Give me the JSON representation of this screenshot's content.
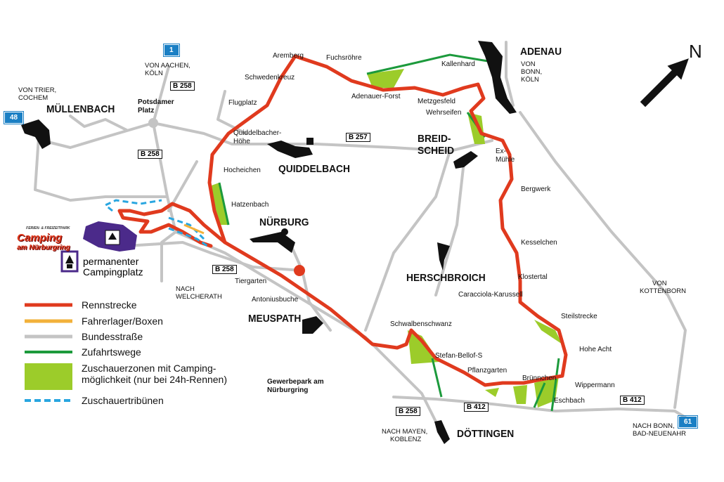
{
  "map": {
    "north_label": "N",
    "towns": [
      "ADENAU",
      "MÜLLENBACH",
      "QUIDDELBACH",
      "BREID-",
      "SCHEID",
      "NÜRBURG",
      "HERSCHBROICH",
      "MEUSPATH",
      "DÖTTINGEN"
    ],
    "places": [
      "Aremberg",
      "Fuchsröhre",
      "Schwedenkreuz",
      "Kallenhard",
      "Adenauer-Forst",
      "Metzgesfeld",
      "Flugplatz",
      "Wehrseifen",
      "Quiddelbacher-",
      "Höhe",
      "Ex-",
      "Mühle",
      "Hocheichen",
      "Bergwerk",
      "Hatzenbach",
      "Kesselchen",
      "Klostertal",
      "Caracciola-Karussell",
      "Tiergarten",
      "Antoniusbuche",
      "Steilstrecke",
      "Schwalbenschwanz",
      "Hohe Acht",
      "Stefan-Bellof-S",
      "Pflanzgarten",
      "Brünnchen",
      "Wippermann",
      "Eschbach",
      "Potsdamer",
      "Platz"
    ],
    "directions": [
      "VON AACHEN,",
      "KÖLN",
      "VON TRIER,",
      "COCHEM",
      "VON",
      "BONN,",
      "KÖLN",
      "NACH",
      "WELCHERATH",
      "VON",
      "KOTTENBORN",
      "NACH MAYEN,",
      "KOBLENZ",
      "NACH BONN,",
      "BAD-NEUENAHR"
    ],
    "roads": [
      "B 258",
      "B 258",
      "B 257",
      "B 258",
      "B 258",
      "B 412",
      "B 412"
    ],
    "motorways": [
      "1",
      "48",
      "61"
    ],
    "business_park": [
      "Gewerbepark am",
      "Nürburgring"
    ],
    "camping_logo": [
      "FERIEN- & FREIZEITPARK",
      "Camping",
      "am Nürburgring"
    ],
    "camping_legend": [
      "permanenter",
      "Campingplatz"
    ]
  },
  "legend": [
    {
      "label": "Rennstrecke",
      "color": "#e03a1e"
    },
    {
      "label": "Fahrerlager/Boxen",
      "color": "#f2b13a"
    },
    {
      "label": "Bundesstraße",
      "color": "#c4c4c4"
    },
    {
      "label": "Zufahrtswege",
      "color": "#1c9a3c"
    },
    {
      "label": "Zuschauerzonen mit Camping-",
      "label2": "möglichkeit (nur bei 24h-Rennen)",
      "color": "#9ccc2a"
    },
    {
      "label": "Zuschauertribünen",
      "color": "#29a6e0"
    }
  ],
  "colors": {
    "track": "#e03a1e",
    "road": "#c4c4c4",
    "access": "#1c9a3c",
    "spectator": "#9ccc2a",
    "grandstand": "#29a6e0",
    "paddock": "#f2b13a",
    "camping": "#4b2a8a",
    "motorway": "#1a7fc4"
  }
}
